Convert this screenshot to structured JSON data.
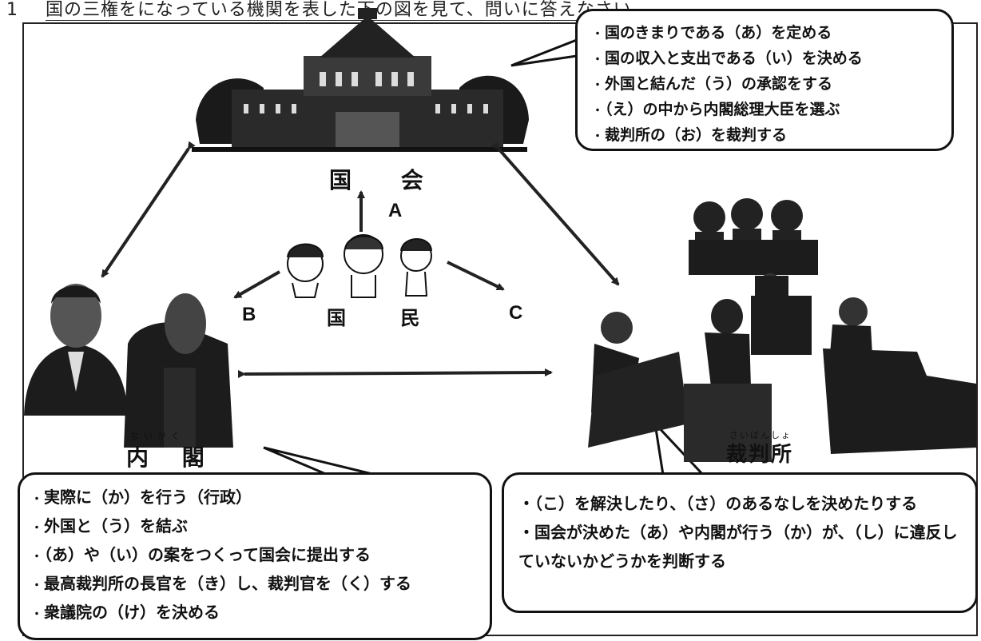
{
  "heading": {
    "number": "1",
    "text": "国の三権をになっている機関を表した下の図を見て、問いに答えなさい。"
  },
  "labels": {
    "kokkai": "国 会",
    "naikaku": "内 閣",
    "naikaku_ruby": "ないかく",
    "court": "裁判所",
    "court_ruby": "さいばんしょ",
    "kokumin": "国 民",
    "arrow_a": "A",
    "arrow_b": "B",
    "arrow_c": "C"
  },
  "kokkai_bubble": [
    "国のきまりである（あ）を定める",
    "国の収入と支出である（い）を決める",
    "外国と結んだ（う）の承認をする",
    "（え）の中から内閣総理大臣を選ぶ",
    "裁判所の（お）を裁判する"
  ],
  "naikaku_bubble": [
    "実際に（か）を行う（行政）",
    "外国と（う）を結ぶ",
    "（あ）や（い）の案をつくって国会に提出する",
    "最高裁判所の長官を（き）し、裁判官を（く）する",
    "衆議院の（け）を決める"
  ],
  "court_bubble": [
    "（こ）を解決したり、（さ）のあるなしを決めたりする",
    "国会が決めた（あ）や内閣が行う（か）が、（し）に違反していないかどうかを判断する"
  ]
}
